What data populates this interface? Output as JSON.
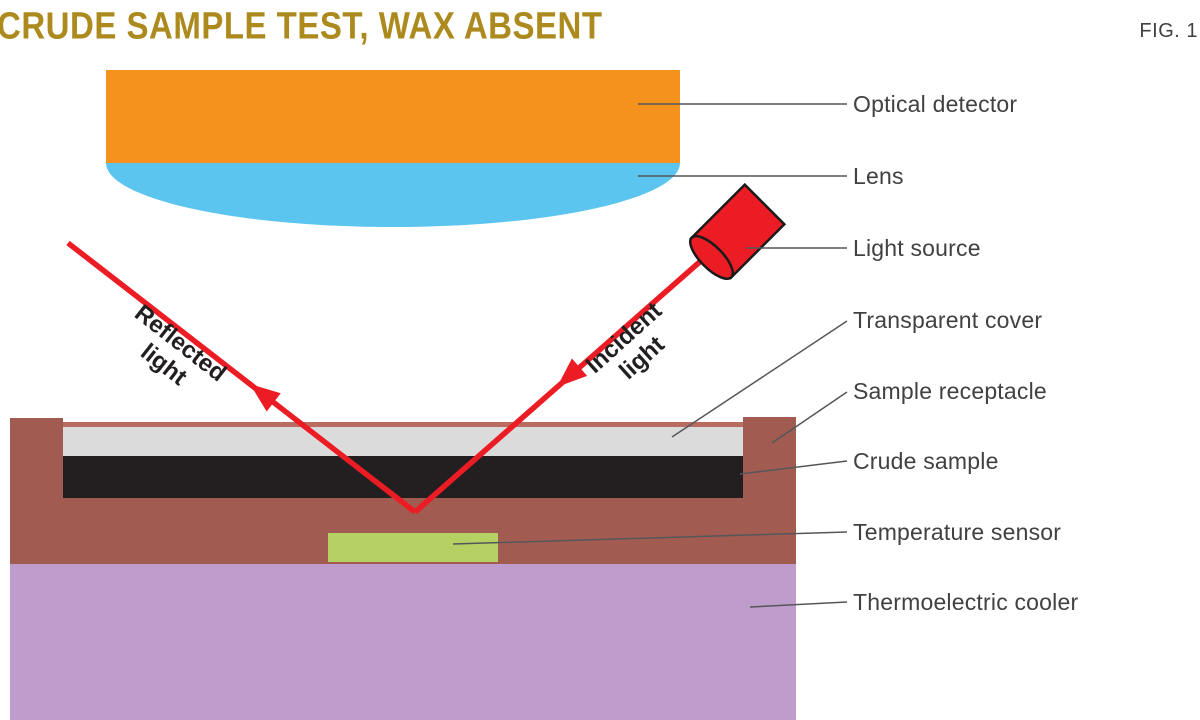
{
  "title": "CRUDE SAMPLE TEST, WAX ABSENT",
  "figure_label": "FIG. 1",
  "diagram": {
    "type": "labeled-schematic",
    "description": "Optical reflectance test cell for crude oil sample with no wax present",
    "components": [
      {
        "label": "Optical detector"
      },
      {
        "label": "Lens"
      },
      {
        "label": "Light source"
      },
      {
        "label": "Transparent cover"
      },
      {
        "label": "Sample receptacle"
      },
      {
        "label": "Crude sample"
      },
      {
        "label": "Temperature sensor"
      },
      {
        "label": "Thermoelectric cooler"
      }
    ],
    "beam_labels": {
      "reflected": {
        "line1": "Reflected",
        "line2": "light"
      },
      "incident": {
        "line1": "Incident",
        "line2": "light"
      }
    }
  },
  "colors": {
    "title_gold": "#AC8A1E",
    "detector_orange": "#F5921E",
    "lens_blue": "#5BC5EF",
    "beam_red": "#EC1C24",
    "receptacle_brown": "#A25B51",
    "receptacle_rim": "#B96D60",
    "cover_gray": "#DBDBDC",
    "sample_black": "#231F20",
    "sensor_green": "#B5D163",
    "cooler_purple": "#BE9CCB",
    "outline_black": "#1A1A1A",
    "label_gray": "#414042",
    "leader_gray": "#55565A"
  }
}
